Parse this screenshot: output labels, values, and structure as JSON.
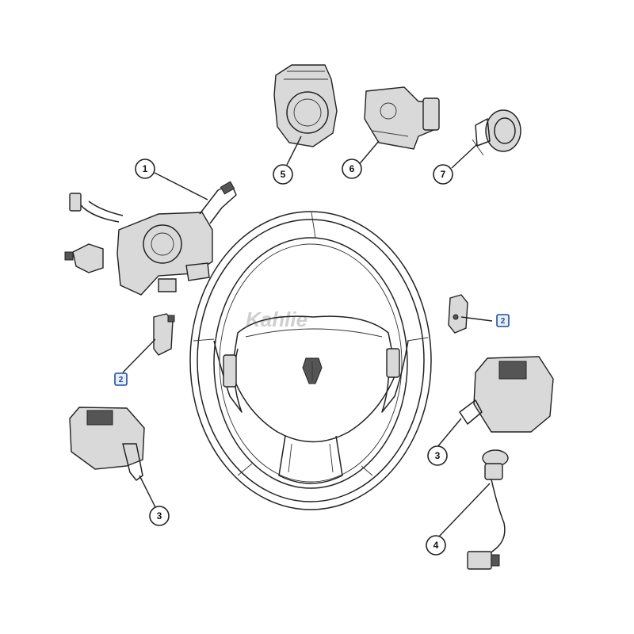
{
  "diagram": {
    "callouts": [
      {
        "id": "c1",
        "label": "1"
      },
      {
        "id": "c5",
        "label": "5"
      },
      {
        "id": "c6",
        "label": "6"
      },
      {
        "id": "c7",
        "label": "7"
      },
      {
        "id": "c3a",
        "label": "3"
      },
      {
        "id": "c3b",
        "label": "3"
      },
      {
        "id": "c4",
        "label": "4"
      },
      {
        "id": "b2a",
        "label": "2"
      },
      {
        "id": "b2b",
        "label": "2"
      }
    ],
    "box_color": "#1f4e9a",
    "watermark": "Kahlie"
  }
}
